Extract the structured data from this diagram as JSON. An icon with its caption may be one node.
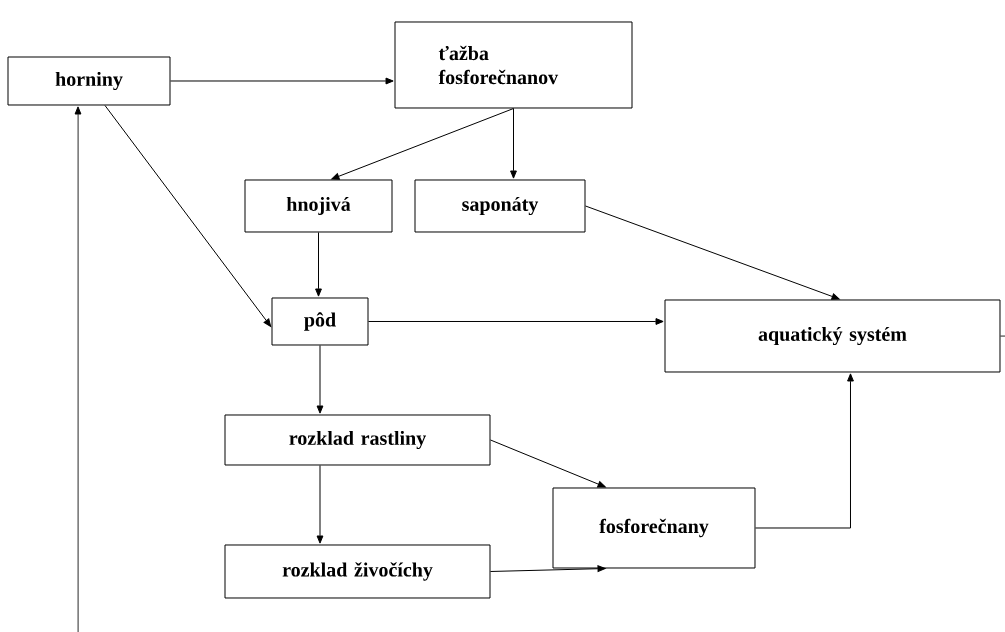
{
  "diagram": {
    "nodes": [
      {
        "text": [
          "horniny"
        ]
      },
      {
        "text": [
          "ťažba fosforečnanov"
        ]
      },
      {
        "text": [
          "hnojivá"
        ]
      },
      {
        "text": [
          "saponáty"
        ]
      },
      {
        "text": [
          "pôd"
        ]
      },
      {
        "text": [
          "aquatický systém"
        ]
      },
      {
        "text": [
          "rozklad rastliny"
        ]
      },
      {
        "text": [
          "fosforečnany"
        ]
      },
      {
        "text": [
          "rozklad živočíchy"
        ]
      }
    ],
    "edges": [
      {
        "from": 0,
        "to": 1,
        "arrow": "to"
      },
      {
        "from": 1,
        "to": 2,
        "arrow": "to"
      },
      {
        "from": 1,
        "to": 3,
        "arrow": "to"
      },
      {
        "from": 0,
        "to": 4,
        "arrow": "to"
      },
      {
        "from": 2,
        "to": 4,
        "arrow": "to"
      },
      {
        "from": 3,
        "to": 5,
        "arrow": "to"
      },
      {
        "from": 4,
        "to": 5,
        "arrow": "to"
      },
      {
        "from": 4,
        "to": 6,
        "arrow": "to"
      },
      {
        "from": 6,
        "to": 7,
        "arrow": "to"
      },
      {
        "from": 6,
        "to": 8,
        "arrow": "to"
      },
      {
        "from": 8,
        "to": 7,
        "arrow": "to"
      },
      {
        "from": 7,
        "to": 5,
        "arrow": "to"
      },
      {
        "from": 5,
        "to": null,
        "arrow": "none"
      },
      {
        "from": null,
        "to": 0,
        "arrow": "to"
      }
    ]
  }
}
